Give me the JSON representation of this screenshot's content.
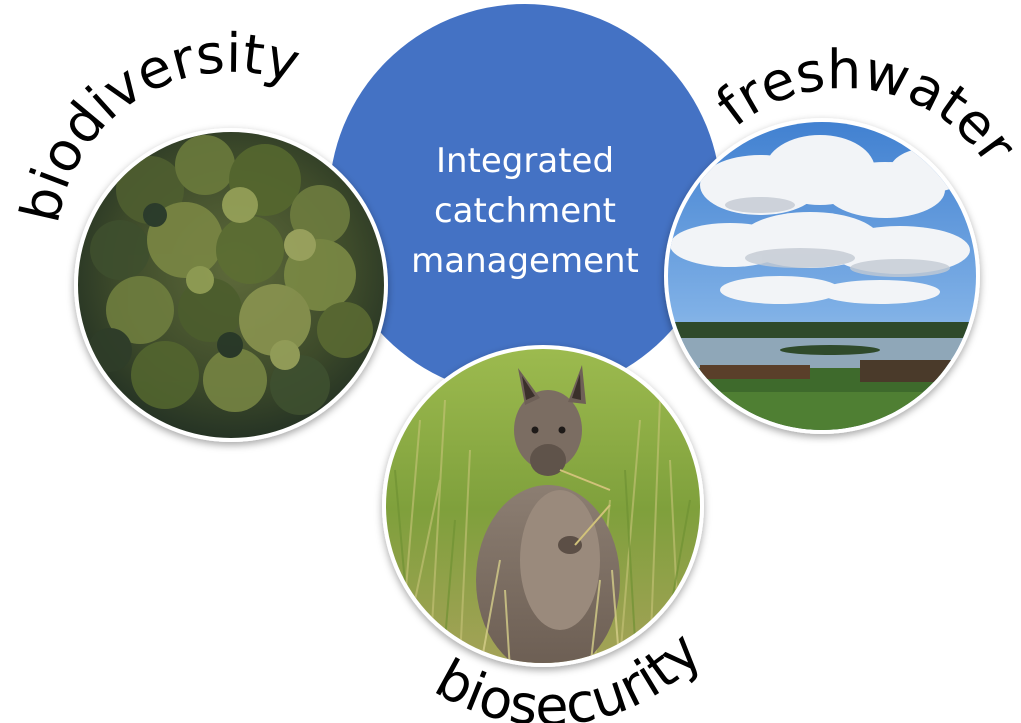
{
  "center": {
    "line1": "Integrated",
    "line2": "catchment",
    "line3": "management",
    "fill": "#4472c4"
  },
  "labels": {
    "left": "biodiversity",
    "right": "freshwater",
    "bottom": "biosecurity"
  },
  "photos": {
    "left": "forest-canopy-aerial-photo",
    "right": "lake-with-clouds-photo",
    "bottom": "wallaby-in-grass-photo"
  }
}
